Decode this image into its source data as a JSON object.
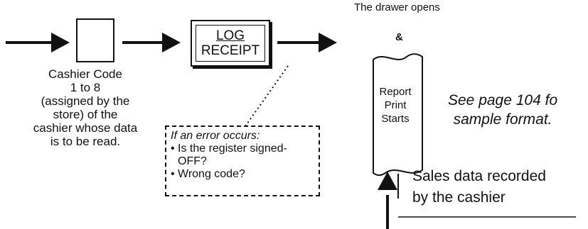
{
  "cashier_code": {
    "caption_lines": [
      "Cashier Code",
      "1 to 8",
      "(assigned by the",
      "store) of the",
      "cashier whose data",
      "is to be read."
    ]
  },
  "log_receipt_key": {
    "line1": "LOG",
    "line2": "RECEIPT"
  },
  "error_note": {
    "title": "If an error occurs:",
    "items": [
      "Is the register signed-\nOFF?",
      "Wrong code?"
    ]
  },
  "outcome": {
    "drawer_text": "The drawer opens",
    "ampersand": "&",
    "report_lines": [
      "Report",
      "Print",
      "Starts"
    ]
  },
  "reference": {
    "lines": [
      "See page 104 fo",
      "sample format."
    ]
  },
  "sales_note": {
    "lines": [
      "Sales data recorded",
      "by the cashier"
    ]
  },
  "colors": {
    "ink": "#111111",
    "background": "#ffffff"
  }
}
